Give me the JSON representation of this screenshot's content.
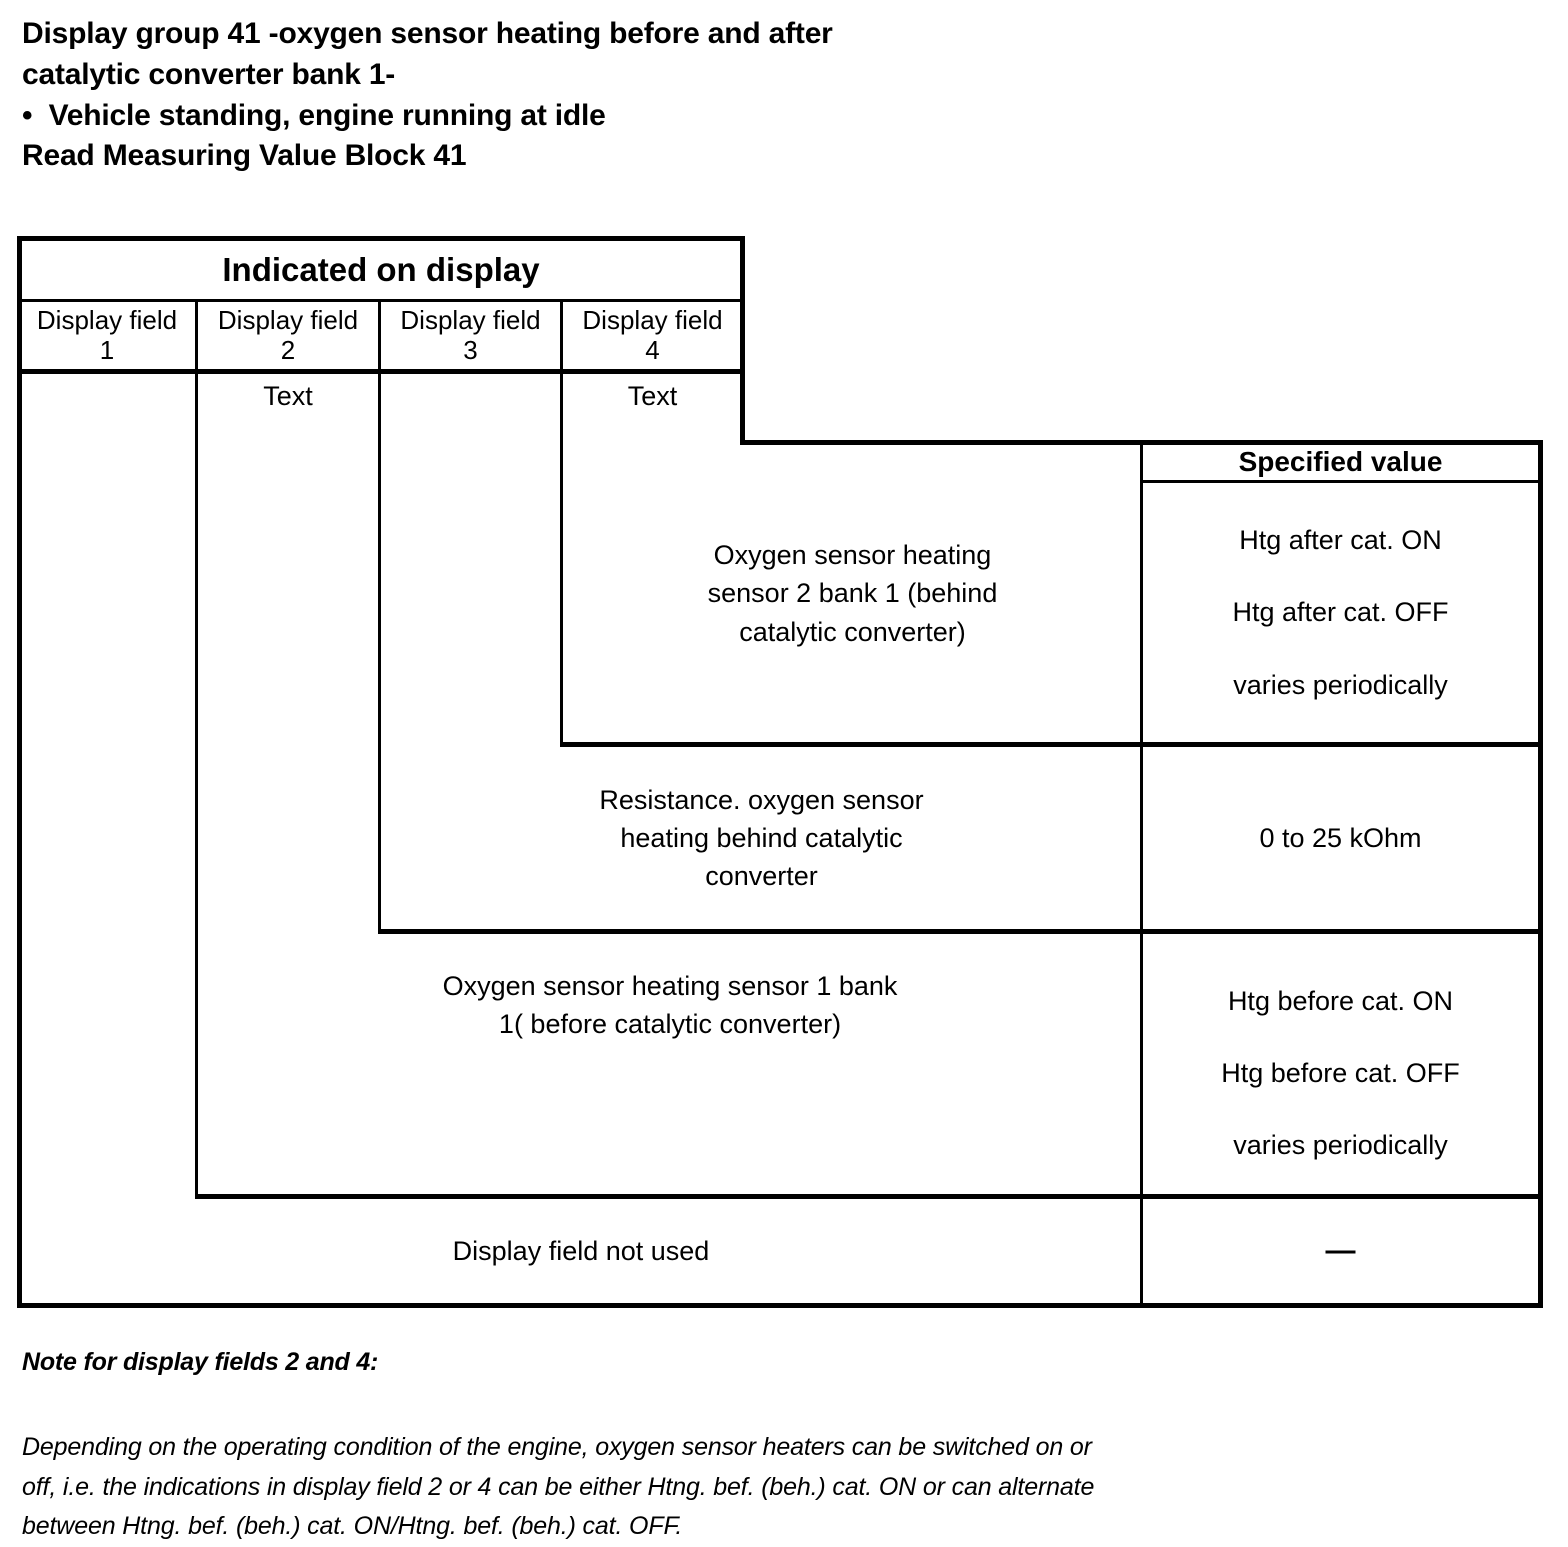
{
  "heading": {
    "line1": "Display group 41 -oxygen sensor heating before and after",
    "line2": "catalytic converter bank 1-",
    "line3": "•  Vehicle standing, engine running at idle",
    "line4": "Read Measuring Value Block 41"
  },
  "table": {
    "group_header": "Indicated on display",
    "spec_header": "Specified value",
    "field_headers": [
      "Display field\n1",
      "Display field\n2",
      "Display field\n3",
      "Display field\n4"
    ],
    "type_row": {
      "field1": "",
      "field2": "Text",
      "field3": "",
      "field4": "Text"
    },
    "rows": [
      {
        "description": "Oxygen sensor heating\nsensor 2 bank 1 (behind\ncatalytic converter)",
        "specified_values": [
          "Htg after cat. ON",
          "Htg after cat. OFF",
          "varies periodically"
        ]
      },
      {
        "description": "Resistance. oxygen sensor\nheating behind catalytic\nconverter",
        "specified_values": [
          "0 to 25 kOhm"
        ]
      },
      {
        "description": "Oxygen sensor heating sensor 1 bank\n1( before catalytic converter)",
        "specified_values": [
          "Htg before cat. ON",
          "Htg before cat. OFF",
          "varies periodically"
        ]
      },
      {
        "description": "Display field not used",
        "specified_values": [
          "—"
        ]
      }
    ]
  },
  "note": {
    "title": "Note for display fields 2 and 4:",
    "body": "Depending on the operating condition of the engine, oxygen sensor heaters can be switched on or\noff, i.e. the indications in display field 2 or 4 can be either Htng. bef. (beh.) cat. ON or can alternate\nbetween Htng. bef. (beh.) cat. ON/Htng. bef. (beh.) cat. OFF."
  }
}
